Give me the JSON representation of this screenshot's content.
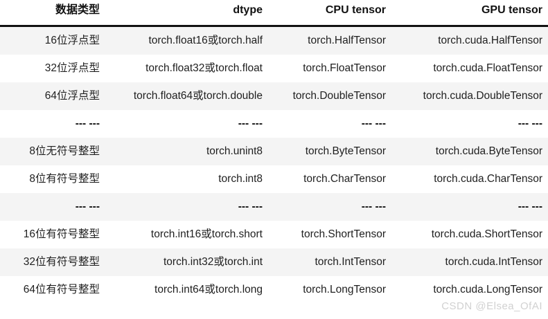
{
  "table": {
    "columns": [
      "数据类型",
      "dtype",
      "CPU tensor",
      "GPU tensor"
    ],
    "rows": [
      {
        "kind": "data",
        "cells": [
          "16位浮点型",
          "torch.float16或torch.half",
          "torch.HalfTensor",
          "torch.cuda.HalfTensor"
        ]
      },
      {
        "kind": "data",
        "cells": [
          "32位浮点型",
          "torch.float32或torch.float",
          "torch.FloatTensor",
          "torch.cuda.FloatTensor"
        ]
      },
      {
        "kind": "data",
        "cells": [
          "64位浮点型",
          "torch.float64或torch.double",
          "torch.DoubleTensor",
          "torch.cuda.DoubleTensor"
        ]
      },
      {
        "kind": "separator",
        "cells": [
          "--- ---",
          "--- ---",
          "--- ---",
          "--- ---"
        ]
      },
      {
        "kind": "data",
        "cells": [
          "8位无符号整型",
          "torch.unint8",
          "torch.ByteTensor",
          "torch.cuda.ByteTensor"
        ]
      },
      {
        "kind": "data",
        "cells": [
          "8位有符号整型",
          "torch.int8",
          "torch.CharTensor",
          "torch.cuda.CharTensor"
        ]
      },
      {
        "kind": "separator",
        "cells": [
          "--- ---",
          "--- ---",
          "--- ---",
          "--- ---"
        ]
      },
      {
        "kind": "data",
        "cells": [
          "16位有符号整型",
          "torch.int16或torch.short",
          "torch.ShortTensor",
          "torch.cuda.ShortTensor"
        ]
      },
      {
        "kind": "data",
        "cells": [
          "32位有符号整型",
          "torch.int32或torch.int",
          "torch.IntTensor",
          "torch.cuda.IntTensor"
        ]
      },
      {
        "kind": "data",
        "cells": [
          "64位有符号整型",
          "torch.int64或torch.long",
          "torch.LongTensor",
          "torch.cuda.LongTensor"
        ]
      }
    ]
  },
  "watermark": {
    "text": "CSDN @Elsea_OfAI"
  },
  "colors": {
    "band": "#f4f4f4",
    "text": "#1f1f1f",
    "rule": "#111111",
    "watermark": "#c9c9c9"
  }
}
